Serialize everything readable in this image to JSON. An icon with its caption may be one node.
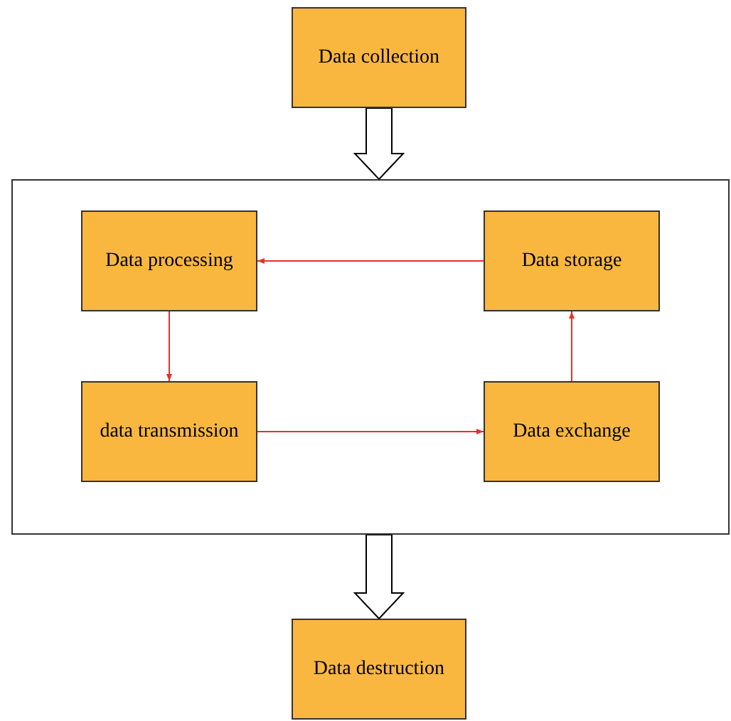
{
  "diagram": {
    "nodes": [
      {
        "text": [
          "Data collection"
        ]
      },
      {
        "text": [],
        "shape": "box"
      },
      {
        "text": [
          "Data processing"
        ],
        "in": 1
      },
      {
        "text": [
          "Data storage"
        ],
        "in": 1
      },
      {
        "text": [
          "data transmission"
        ],
        "in": 1
      },
      {
        "text": [
          "Data exchange"
        ],
        "in": 1
      },
      {
        "text": [
          "Data destruction"
        ]
      }
    ],
    "edges": [
      {
        "from": 0,
        "to": 1,
        "arrow": "to",
        "style": "thick",
        "color": "#000000"
      },
      {
        "from": 3,
        "to": 2,
        "arrow": "to"
      },
      {
        "from": 2,
        "to": 4,
        "arrow": "to"
      },
      {
        "from": 4,
        "to": 5,
        "arrow": "to"
      },
      {
        "from": 5,
        "to": 3,
        "arrow": "to"
      },
      {
        "from": 1,
        "to": 6,
        "arrow": "to",
        "style": "thick",
        "color": "#000000"
      }
    ]
  }
}
